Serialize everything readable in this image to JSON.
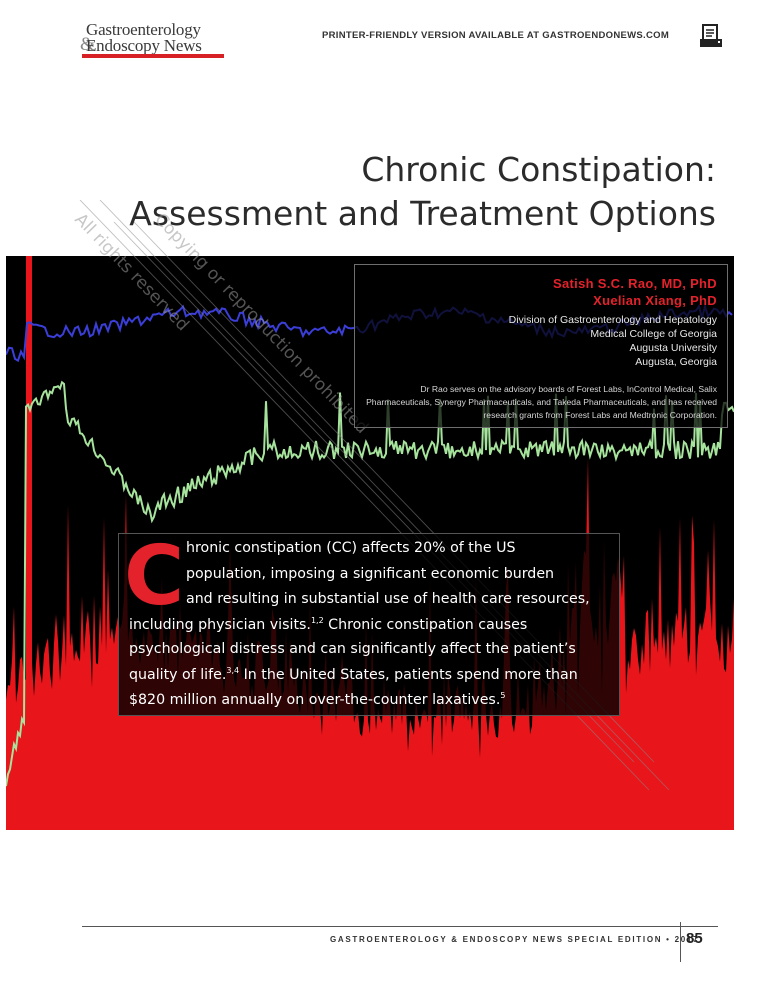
{
  "masthead": {
    "logo_line1": "Gastroenterology",
    "logo_amp": "&",
    "logo_line2": "Endoscopy News",
    "printer_text": "PRINTER-FRIENDLY VERSION AVAILABLE AT GASTROENDONEWS.COM",
    "printer_icon": "printer-icon",
    "brand_red": "#d71f26"
  },
  "article": {
    "title_line1": "Chronic Constipation:",
    "title_line2": "Assessment and Treatment Options",
    "authors": [
      "Satish S.C. Rao, MD, PhD",
      "Xuelian Xiang, PhD"
    ],
    "affiliation": [
      "Division of Gastroenterology and Hepatology",
      "Medical College of Georgia",
      "Augusta University",
      "Augusta, Georgia"
    ],
    "disclosure": "Dr Rao serves on the advisory boards of Forest Labs, InControl Medical, Salix Pharmaceuticals, Synergy Pharmaceuticals, and Takeda Pharmaceuticals, and has received research grants from Forest Labs and Medtronic Corporation.",
    "lead": {
      "dropcap": "C",
      "line1": "hronic constipation (CC) affects 20% of the US",
      "line2": "population, imposing a significant economic burden",
      "line3": "and resulting in substantial use of health care resources,",
      "line4a": "including physician visits.",
      "line4_ref": "1,2",
      "line4b": " Chronic constipation causes",
      "line5": "psychological distress and can significantly affect the patient’s",
      "line6a": "quality of life.",
      "line6_ref": "3,4",
      "line6b": " In the United States, patients spend more than",
      "line7a": "$820 million annually on over-the-counter laxatives.",
      "line7_ref": "5"
    }
  },
  "watermark": {
    "line1": "All rights reserved",
    "line2": "Copying or reproduction prohibited"
  },
  "footer": {
    "publication": "GASTROENTEROLOGY & ENDOSCOPY NEWS SPECIAL EDITION  •  2017",
    "page_number": "85"
  }
}
